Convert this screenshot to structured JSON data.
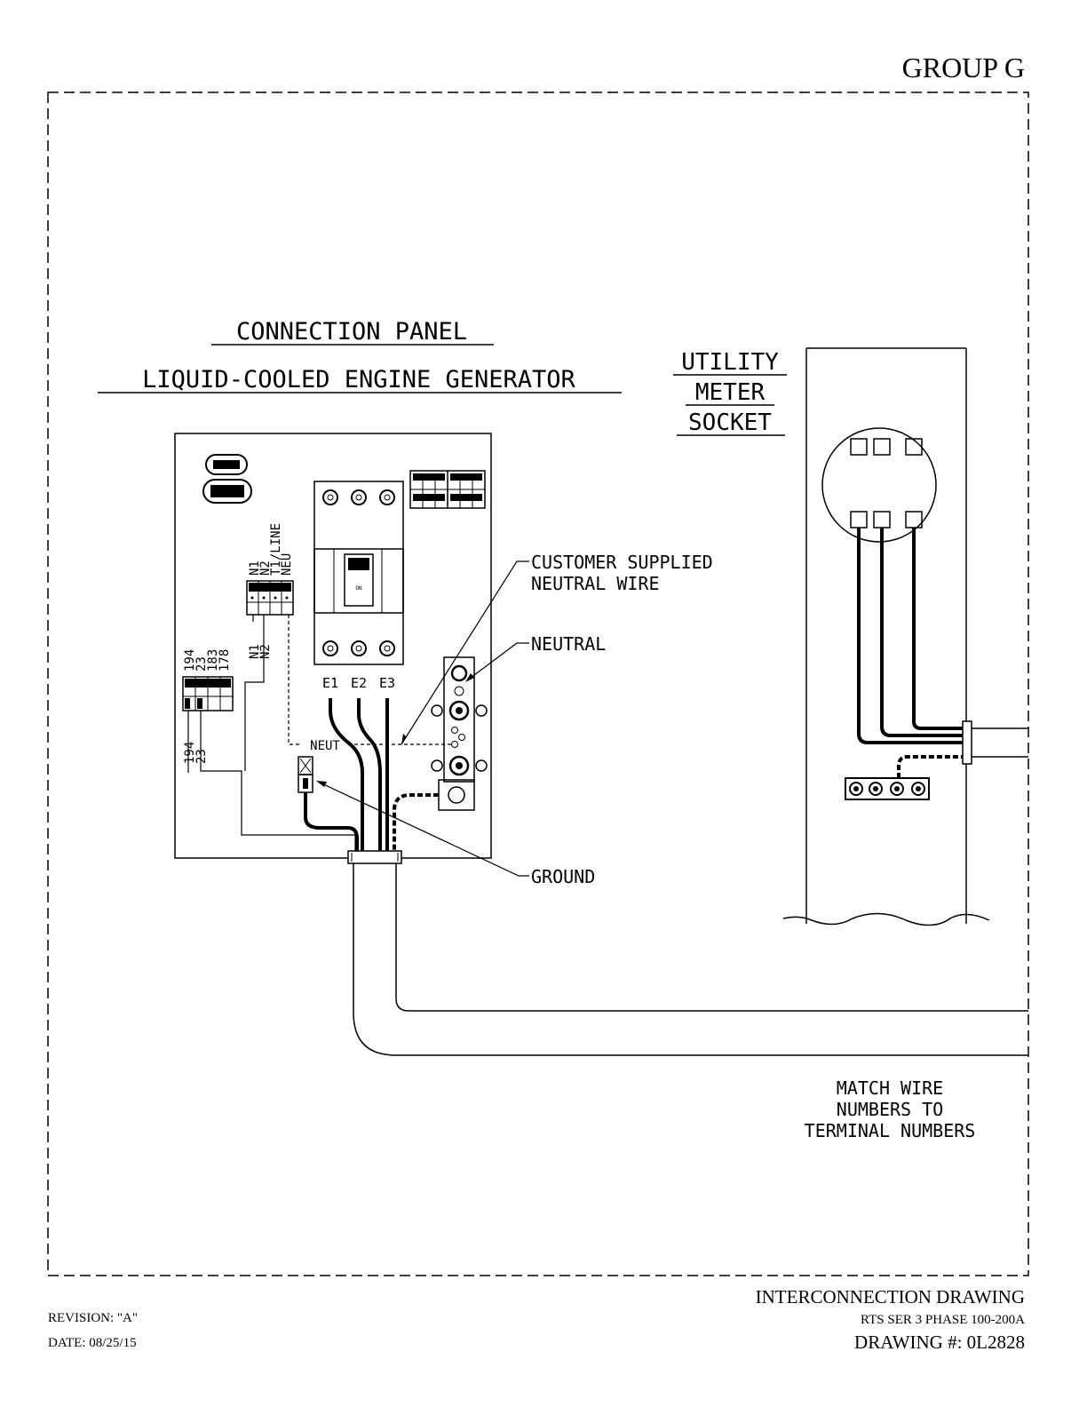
{
  "header": {
    "group": "GROUP G"
  },
  "panel": {
    "title": "CONNECTION PANEL",
    "subtitle": "LIQUID-COOLED ENGINE GENERATOR",
    "breaker_on": "ON",
    "terminals_top": [
      "N1",
      "N2",
      "T1/LINE",
      "NEU"
    ],
    "terminals_top_wires": [
      "N1",
      "N2"
    ],
    "terminals_left": [
      "194",
      "23",
      "183",
      "178"
    ],
    "terminals_left_wires": [
      "194",
      "23"
    ],
    "breaker_terminals": [
      "E1",
      "E2",
      "E3"
    ],
    "neut_label": "NEUT"
  },
  "callouts": {
    "customer_neutral": [
      "CUSTOMER SUPPLIED",
      "NEUTRAL WIRE"
    ],
    "neutral": "NEUTRAL",
    "ground": "GROUND"
  },
  "meter": {
    "title": [
      "UTILITY",
      "METER",
      "SOCKET"
    ]
  },
  "note": [
    "MATCH WIRE",
    "NUMBERS TO",
    "TERMINAL NUMBERS"
  ],
  "footer": {
    "revision": "REVISION: \"A\"",
    "date": "DATE: 08/25/15",
    "title": "INTERCONNECTION DRAWING",
    "subtitle": "RTS SER 3 PHASE 100-200A",
    "drawing": "DRAWING #: 0L2828"
  }
}
